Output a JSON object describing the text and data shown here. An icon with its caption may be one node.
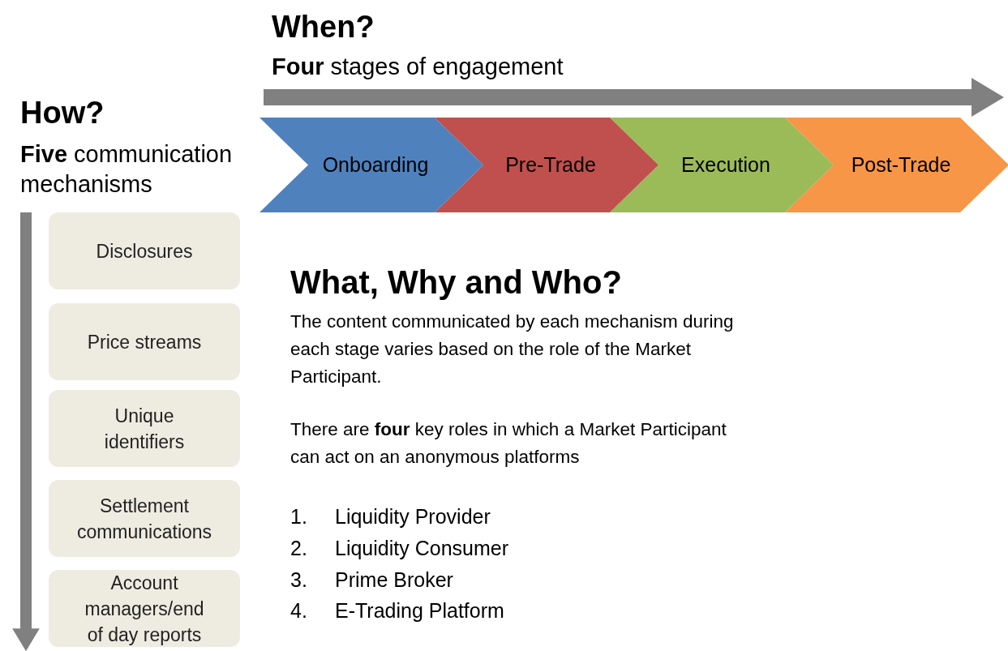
{
  "diagram": {
    "nodes": [
      {
        "text": [
          "Onboarding"
        ]
      },
      {
        "text": [
          "Pre-Trade"
        ]
      },
      {
        "text": [
          "Execution"
        ]
      },
      {
        "text": [
          "Post-Trade"
        ]
      },
      {
        "text": [
          "Disclosures"
        ]
      },
      {
        "text": [
          "Price streams"
        ]
      },
      {
        "text": [
          "Unique identifiers"
        ]
      },
      {
        "text": [
          "Settlement communications"
        ]
      },
      {
        "text": [
          "Account managers/end of day reports"
        ]
      }
    ],
    "labels": [
      "When?",
      "**Four** stages of engagement",
      "How?",
      "**Five** communication mechanisms",
      "What, Why and Who?",
      "The content communicated by each mechanism during each stage varies based on the role of the Market Participant.",
      "There are **four** key roles in which a Market Participant can act on an anonymous platforms",
      "1.",
      "Liquidity Provider",
      "2.",
      "Liquidity Consumer",
      "3.",
      "Prime Broker",
      "4.",
      "E-Trading Platform"
    ]
  }
}
